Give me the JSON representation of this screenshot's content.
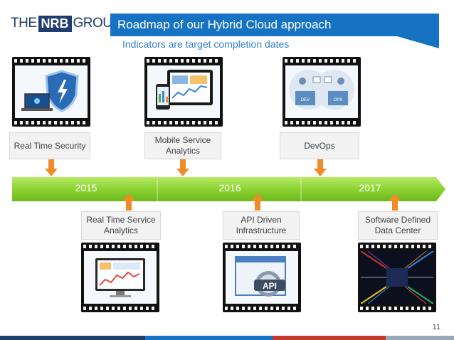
{
  "logo": {
    "part1": "THE",
    "part2": "NRB",
    "part3": "GROUP"
  },
  "header": {
    "title": "Roadmap of our Hybrid Cloud approach",
    "subtitle": "Indicators are target completion dates"
  },
  "timeline": {
    "years": [
      "2015",
      "2016",
      "2017"
    ]
  },
  "milestones_top": [
    {
      "label": "Real Time Security",
      "image": "security-shield-laptop-image"
    },
    {
      "label": "Mobile Service\nAnalytics",
      "image": "tablet-phone-analytics-image"
    },
    {
      "label": "DevOps",
      "image": "devops-team-image"
    }
  ],
  "milestones_bottom": [
    {
      "label": "Real Time Service\nAnalytics",
      "image": "monitor-dashboard-image"
    },
    {
      "label": "API Driven\nInfrastructure",
      "image": "api-window-image"
    },
    {
      "label": "Software Defined\nData Center",
      "image": "datacenter-cables-image"
    }
  ],
  "devops_tags": [
    "DEV",
    "OPS"
  ],
  "api_text": "API",
  "page_number": "11",
  "colors": {
    "brand_navy": "#1f3e6e",
    "title_blue": "#1673c4",
    "subtitle_blue": "#2f7fd0",
    "timeline_green": "#8cd232",
    "arrow_orange": "#f08c28"
  }
}
